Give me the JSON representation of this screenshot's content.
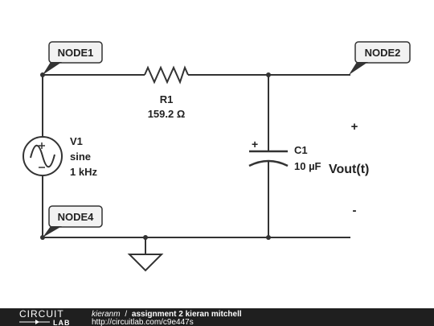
{
  "nodes": {
    "node1": "NODE1",
    "node2": "NODE2",
    "node4": "NODE4"
  },
  "components": {
    "r1": {
      "name": "R1",
      "value": "159.2 Ω"
    },
    "c1": {
      "name": "C1",
      "value": "10 µF"
    },
    "v1": {
      "name": "V1",
      "type": "sine",
      "freq": "1 kHz"
    }
  },
  "output": {
    "label": "Vout(t)",
    "plus": "+",
    "minus": "-"
  },
  "cap_polarity": "+",
  "footer": {
    "logo_top": "CIRCUIT",
    "logo_bottom": "LAB",
    "author": "kieranm",
    "separator": "/",
    "title": "assignment 2 kieran mitchell",
    "url": "http://circuitlab.com/c9e447s"
  },
  "colors": {
    "wire": "#333333",
    "tag_bg": "#f2f2f2",
    "footer_bg": "#1f1f1f"
  }
}
